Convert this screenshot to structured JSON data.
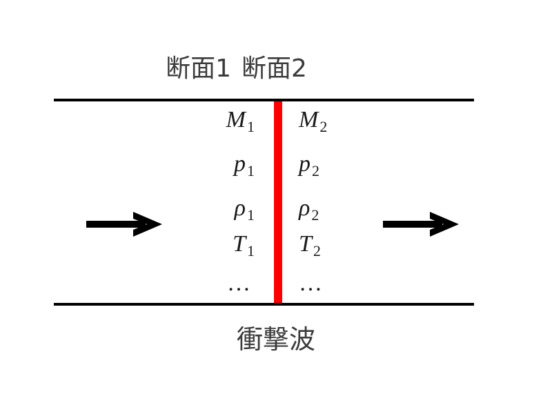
{
  "figure": {
    "caption": "衝撃波",
    "background_color": "#ffffff"
  },
  "sections": {
    "upstream_label": "断面1",
    "downstream_label": "断面2"
  },
  "shock_wave": {
    "color": "#ff0000",
    "label": "衝撃波"
  },
  "walls": {
    "color": "#000000"
  },
  "arrows": {
    "inlet_name": "inlet-flow-arrow",
    "outlet_name": "outlet-flow-arrow",
    "color": "#000000"
  },
  "variables": {
    "upstream": [
      {
        "symbol": "M",
        "subscript": "1"
      },
      {
        "symbol": "p",
        "subscript": "1"
      },
      {
        "symbol": "ρ",
        "subscript": "1"
      },
      {
        "symbol": "T",
        "subscript": "1"
      },
      {
        "symbol": "…",
        "subscript": ""
      }
    ],
    "downstream": [
      {
        "symbol": "M",
        "subscript": "2"
      },
      {
        "symbol": "p",
        "subscript": "2"
      },
      {
        "symbol": "ρ",
        "subscript": "2"
      },
      {
        "symbol": "T",
        "subscript": "2"
      },
      {
        "symbol": "…",
        "subscript": ""
      }
    ]
  }
}
